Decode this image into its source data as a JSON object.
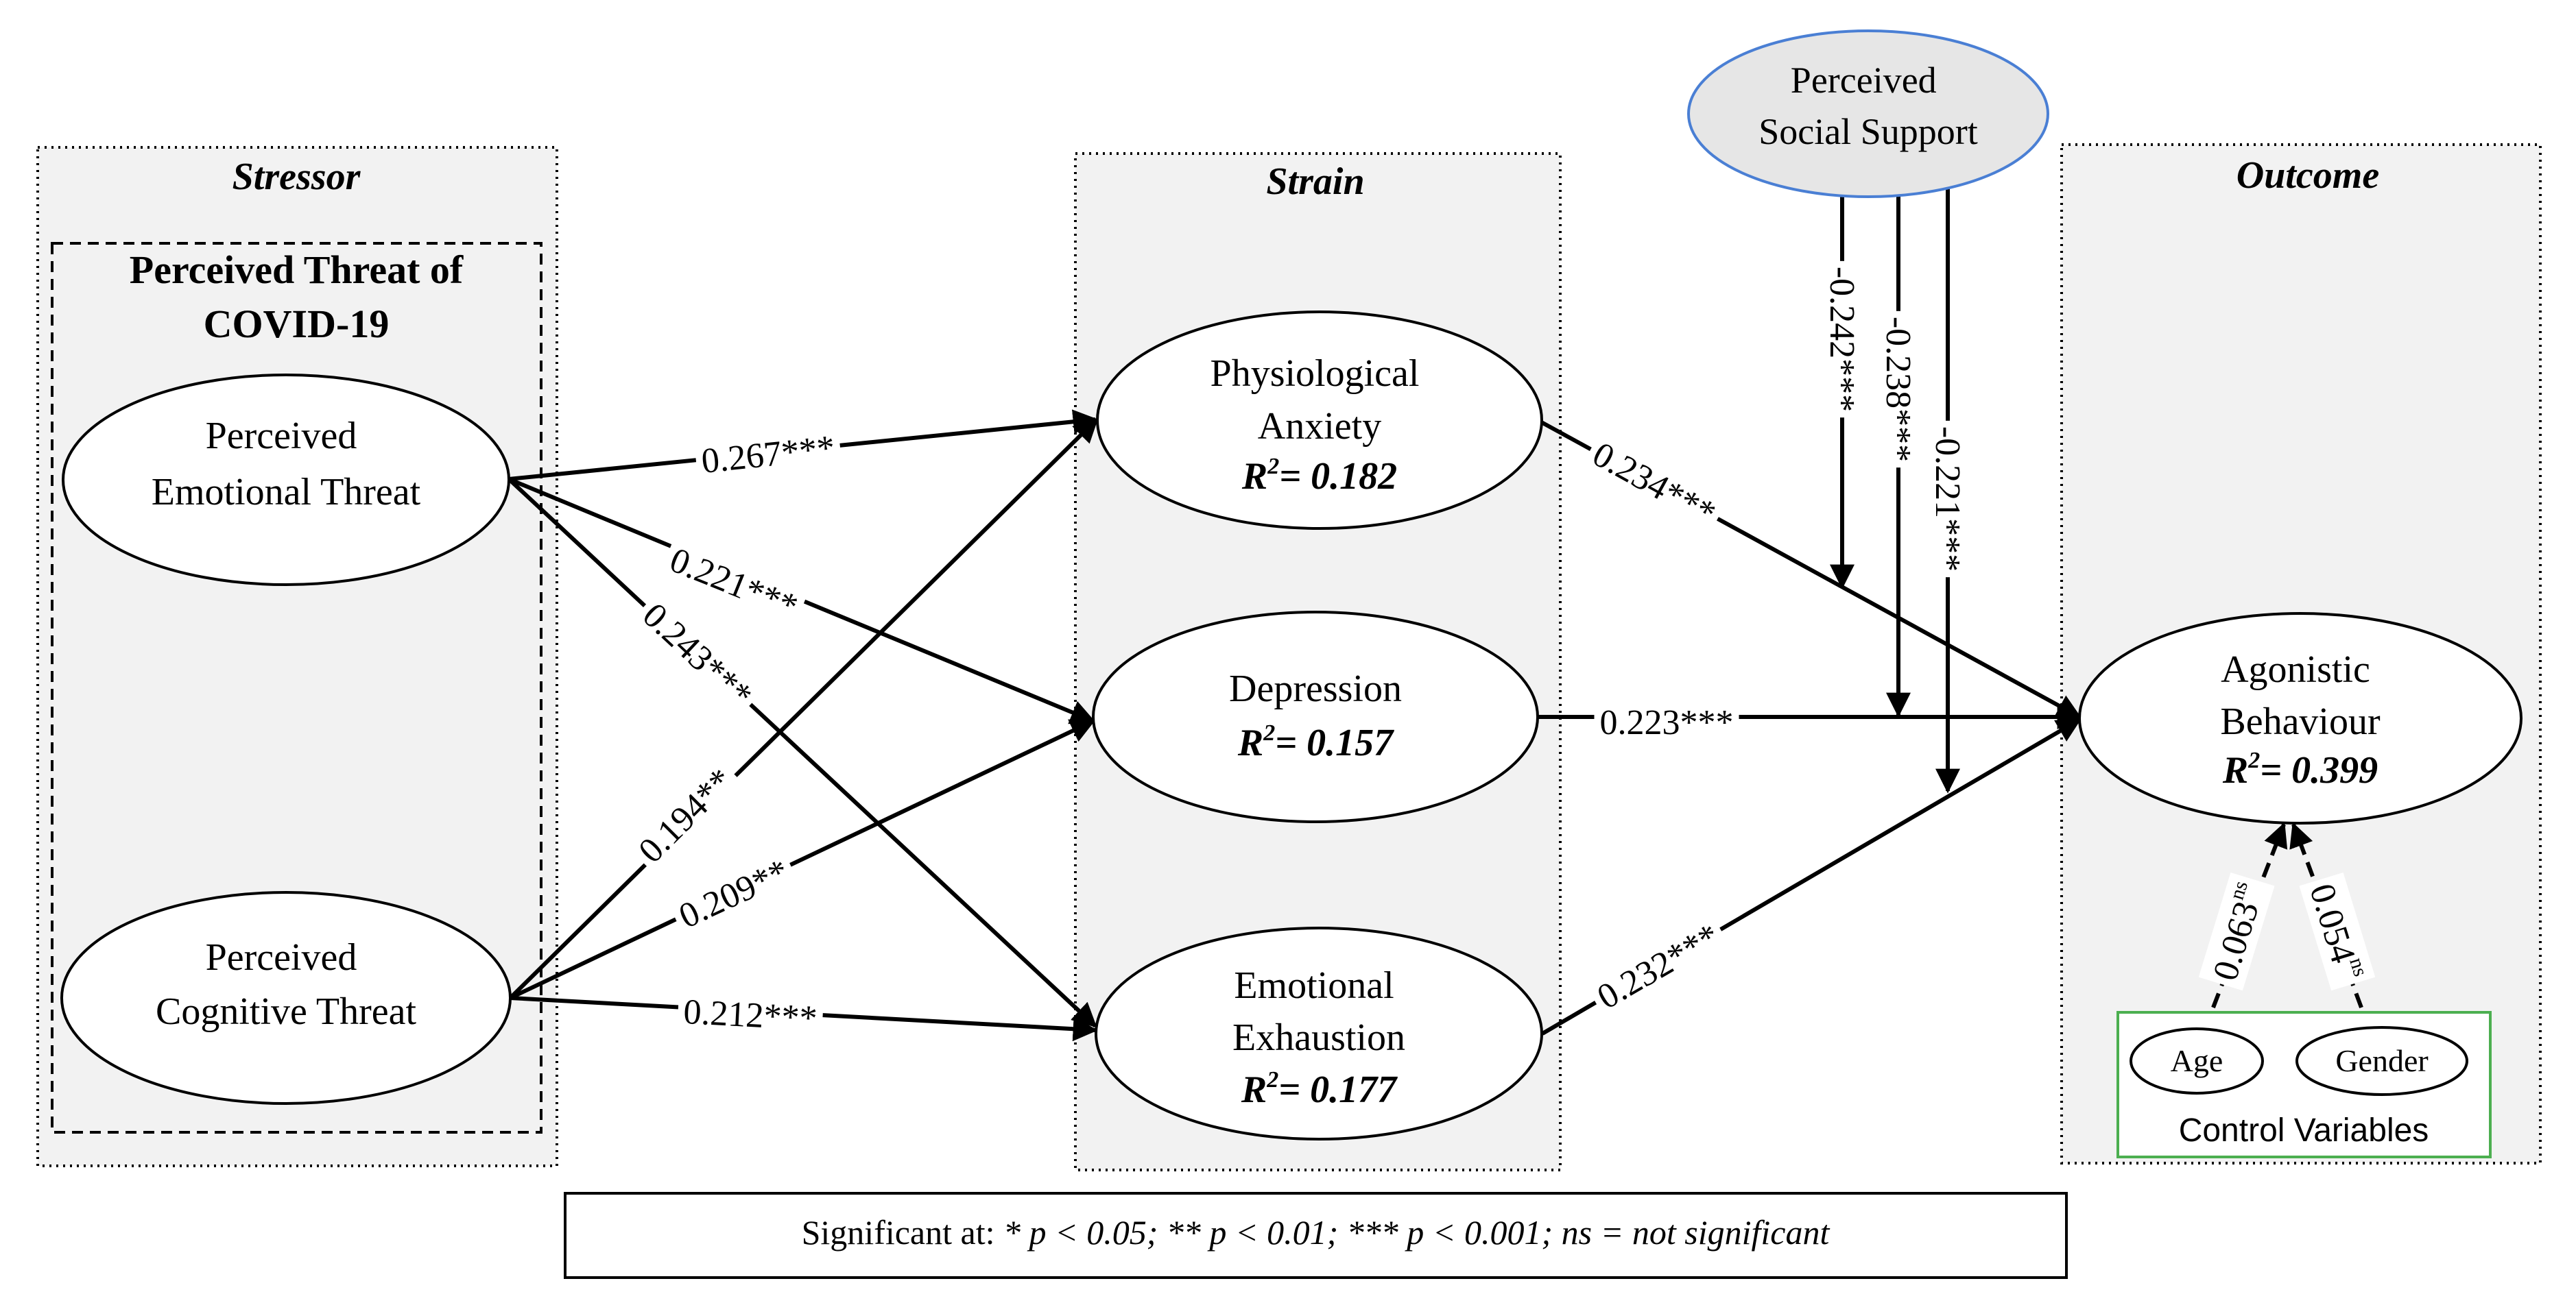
{
  "groups": {
    "stressor": "Stressor",
    "strain": "Strain",
    "outcome": "Outcome",
    "threat_title_1": "Perceived Threat of",
    "threat_title_2": "COVID-19"
  },
  "nodes": {
    "emotional_threat": [
      "Perceived",
      "Emotional Threat"
    ],
    "cognitive_threat": [
      "Perceived",
      "Cognitive Threat"
    ],
    "physiological_anxiety": [
      "Physiological",
      "Anxiety"
    ],
    "physiological_anxiety_r2": "= 0.182",
    "depression": "Depression",
    "depression_r2": "= 0.157",
    "emotional_exhaustion": [
      "Emotional",
      "Exhaustion"
    ],
    "emotional_exhaustion_r2": "= 0.177",
    "agonistic_behaviour": [
      "Agonistic",
      "Behaviour"
    ],
    "agonistic_behaviour_r2": "= 0.399",
    "social_support": [
      "Perceived",
      "Social Support"
    ],
    "age": "Age",
    "gender": "Gender",
    "control_variables": "Control Variables",
    "r2_symbol": "R",
    "r2_sup": "2"
  },
  "paths": {
    "emo_to_anxiety": "0.267***",
    "emo_to_depression": "0.221***",
    "emo_to_exhaustion": "0.243***",
    "cog_to_anxiety": "0.194**",
    "cog_to_depression": "0.209**",
    "cog_to_exhaustion": "0.212***",
    "anxiety_to_agonistic": "0.234***",
    "depression_to_agonistic": "0.223***",
    "exhaustion_to_agonistic": "0.232***",
    "support_mod_1": "-0.242***",
    "support_mod_2": "-0.238***",
    "support_mod_3": "-0.221***",
    "age_to_agonistic": "0.063",
    "gender_to_agonistic": "0.054",
    "ns_sup": "ns"
  },
  "legend": {
    "lead": "Significant at: ",
    "text": "* p < 0.05; ** p < 0.01; *** p < 0.001;  ns = not significant"
  },
  "colors": {
    "group_fill": "#f2f2f2",
    "support_fill": "#e6e6e6",
    "support_stroke": "#4a7fd4",
    "control_stroke": "#4caf50",
    "line": "#000000"
  }
}
